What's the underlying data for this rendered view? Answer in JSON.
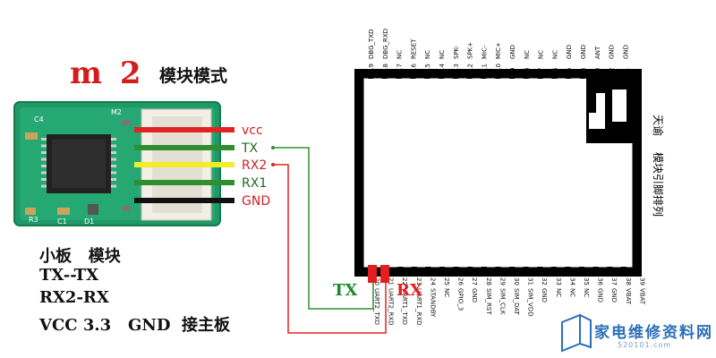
{
  "title": {
    "model": "m 2",
    "mode": "模块模式"
  },
  "wires": [
    {
      "label": "vcc",
      "color": "#e52222",
      "label_color": "#d42020"
    },
    {
      "label": "TX",
      "color": "#2f8f2f",
      "label_color": "#1e6b1e"
    },
    {
      "label": "RX2",
      "color": "#f2ec2a",
      "label_color": "#d42020"
    },
    {
      "label": "RX1",
      "color": "#2f8f2f",
      "label_color": "#1e6b1e"
    },
    {
      "label": "GND",
      "color": "#111111",
      "label_color": "#d42020"
    }
  ],
  "notes": [
    "小板   模块",
    "TX--TX",
    "RX2-RX",
    "VCC 3.3   GND  接主板"
  ],
  "module_side_text": {
    "top": "天谕",
    "bottom": "模块引脚排列"
  },
  "arrow_labels": {
    "tx": "TX",
    "rx": "RX"
  },
  "top_pins": [
    {
      "num": "19",
      "name": "DBG_TXD"
    },
    {
      "num": "18",
      "name": "DBG_RXD"
    },
    {
      "num": "17",
      "name": "NC"
    },
    {
      "num": "16",
      "name": "RESET"
    },
    {
      "num": "15",
      "name": "NC"
    },
    {
      "num": "14",
      "name": "NC"
    },
    {
      "num": "13",
      "name": "SPK-"
    },
    {
      "num": "12",
      "name": "SPK+"
    },
    {
      "num": "11",
      "name": "MIC-"
    },
    {
      "num": "10",
      "name": "MIC+"
    },
    {
      "num": "9",
      "name": "GND"
    },
    {
      "num": "8",
      "name": "NC"
    },
    {
      "num": "7",
      "name": "NC"
    },
    {
      "num": "6",
      "name": "NC"
    },
    {
      "num": "5",
      "name": "GND"
    },
    {
      "num": "4",
      "name": "GND"
    },
    {
      "num": "3",
      "name": "ANT"
    },
    {
      "num": "2",
      "name": "GND"
    },
    {
      "num": "1",
      "name": "GND"
    }
  ],
  "bottom_pins": [
    {
      "num": "20",
      "name": "UART2_TXD"
    },
    {
      "num": "21",
      "name": "UART2_RXD"
    },
    {
      "num": "22",
      "name": "UART1_TXD"
    },
    {
      "num": "23",
      "name": "UART1_RXD"
    },
    {
      "num": "24",
      "name": "STANDBY"
    },
    {
      "num": "25",
      "name": "NC"
    },
    {
      "num": "26",
      "name": "GPIO_3"
    },
    {
      "num": "27",
      "name": "GND"
    },
    {
      "num": "28",
      "name": "SIM_RST"
    },
    {
      "num": "29",
      "name": "SIM_CLK"
    },
    {
      "num": "30",
      "name": "SIM_DAT"
    },
    {
      "num": "31",
      "name": "SIM_VDD"
    },
    {
      "num": "32",
      "name": "GND"
    },
    {
      "num": "33",
      "name": "NC"
    },
    {
      "num": "34",
      "name": "NC"
    },
    {
      "num": "35",
      "name": "NC"
    },
    {
      "num": "36",
      "name": "GND"
    },
    {
      "num": "37",
      "name": "GND"
    },
    {
      "num": "38",
      "name": "VBAT"
    },
    {
      "num": "39",
      "name": "VBAT"
    }
  ],
  "watermark": {
    "text": "家电维修资料网",
    "url": "520101.com"
  }
}
